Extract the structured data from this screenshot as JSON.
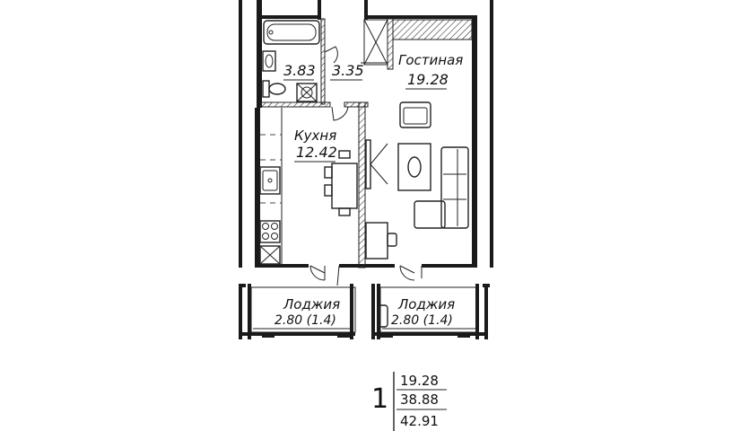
{
  "rooms": {
    "bathroom": {
      "area": "3.83"
    },
    "hall": {
      "area": "3.35"
    },
    "living": {
      "name": "Гостиная",
      "area": "19.28"
    },
    "kitchen": {
      "name": "Кухня",
      "area": "12.42"
    },
    "loggia_left": {
      "name": "Лоджия",
      "area": "2.80 (1.4)"
    },
    "loggia_right": {
      "name": "Лоджия",
      "area": "2.80 (1.4)"
    }
  },
  "summary": {
    "rooms_count": "1",
    "living_area": "19.28",
    "total_area": "38.88",
    "area_with_loggias": "42.91"
  }
}
